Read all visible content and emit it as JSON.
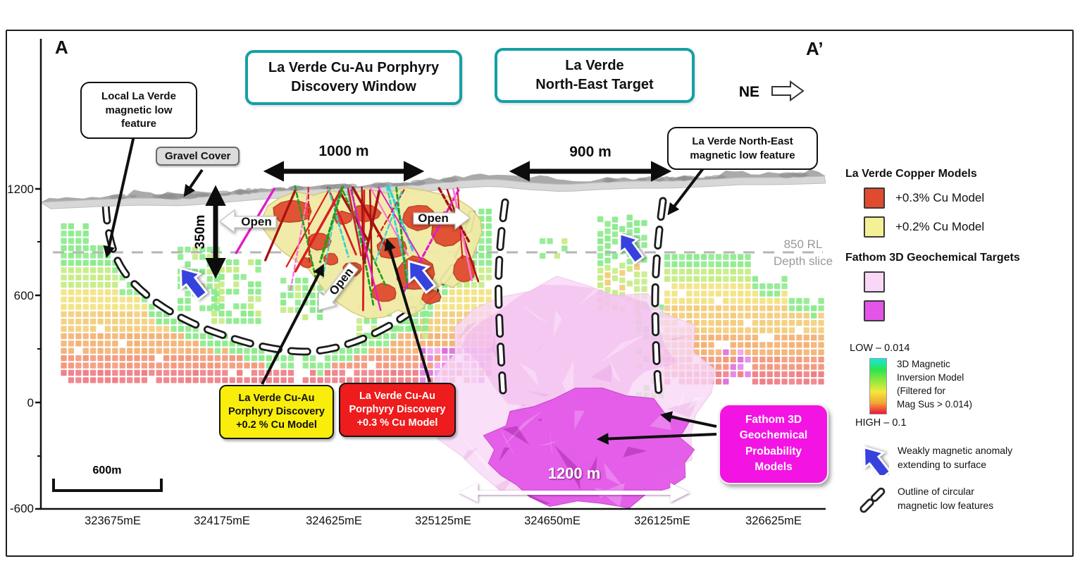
{
  "section": {
    "start": "A",
    "end": "A’",
    "direction": "NE"
  },
  "titles": {
    "discovery_window": "La Verde Cu-Au Porphyry\nDiscovery Window",
    "northeast_target": "La Verde\nNorth-East Target"
  },
  "callouts": {
    "local_low": "Local La Verde\nmagnetic low\nfeature",
    "gravel_cover": "Gravel Cover",
    "northeast_low": "La Verde North-East\nmagnetic low feature",
    "discovery_02": "La Verde Cu-Au\nPorphyry Discovery\n+0.2 % Cu Model",
    "discovery_03": "La Verde Cu-Au\nPorphyry Discovery\n+0.3 % Cu Model",
    "fathom": "Fathom 3D\nGeochemical\nProbability\nModels"
  },
  "measurements": {
    "discovery_width": "1000 m",
    "northeast_width": "900 m",
    "vertical_extent": "350m",
    "geochem_width": "1200 m",
    "scale_bar": "600m",
    "open_label": "Open"
  },
  "depth_slice": {
    "line1": "850 RL",
    "line2": "Depth slice"
  },
  "axes": {
    "y_ticks": [
      "1200",
      "600",
      "0",
      "-600"
    ],
    "x_ticks": [
      "323675mE",
      "324175mE",
      "324625mE",
      "325125mE",
      "324650mE",
      "326125mE",
      "326625mE"
    ]
  },
  "legend": {
    "copper_models_title": "La Verde Copper Models",
    "cu_03_label": "+0.3% Cu Model",
    "cu_02_label": "+0.2% Cu Model",
    "geochem_targets_title": "Fathom 3D Geochemical Targets",
    "low_label": "LOW – 0.014",
    "high_label": "HIGH – 0.1",
    "inversion_note": "3D Magnetic\nInversion Model\n(Filtered for\nMag Sus > 0.014)",
    "anomaly_note": "Weakly magnetic anomaly\nextending to surface",
    "outline_note": "Outline of circular\nmagnetic low features"
  },
  "colors": {
    "teal_border": "#14a0a6",
    "cu_03": "#e04b2e",
    "cu_02": "#f4f096",
    "geochem_light": "#f8d8f6",
    "geochem_dark": "#e355e8",
    "box_yellow": "#f9ed0c",
    "box_red": "#ee1c1c",
    "box_magenta": "#f313e3",
    "blue_arrow": "#3742de",
    "heat_green": "#8deb8d",
    "heat_yellow": "#f2e383",
    "heat_orange": "#f3b274",
    "heat_red": "#ef7f86",
    "heat_violet": "#e583e5",
    "colorbar": [
      "#18e6e0",
      "#2ee34f",
      "#8fe93d",
      "#f2e83e",
      "#f2a832",
      "#ee1440"
    ]
  }
}
